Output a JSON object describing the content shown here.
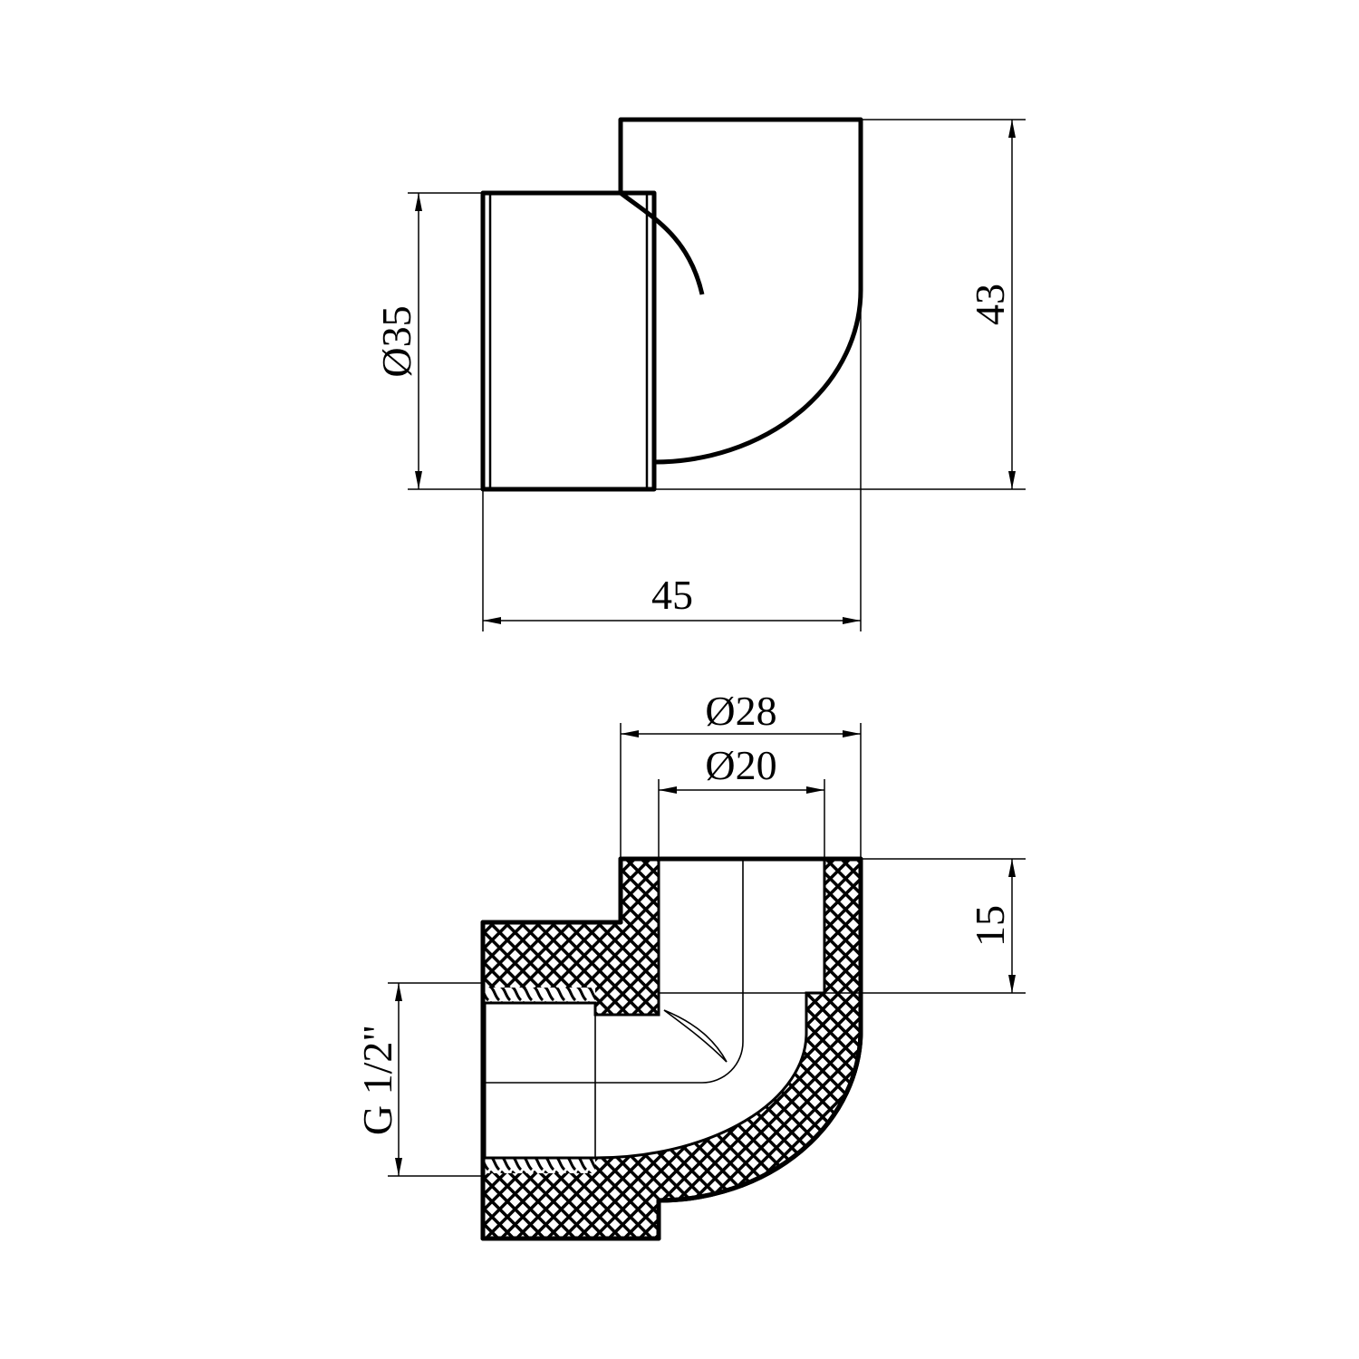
{
  "side_view": {
    "dimensions": {
      "diameter_label": "Ø35",
      "height_label": "43",
      "width_label": "45"
    }
  },
  "section_view": {
    "dimensions": {
      "outer_diameter_label": "Ø28",
      "inner_diameter_label": "Ø20",
      "socket_depth_label": "15",
      "thread_label": "G 1/2\""
    }
  }
}
